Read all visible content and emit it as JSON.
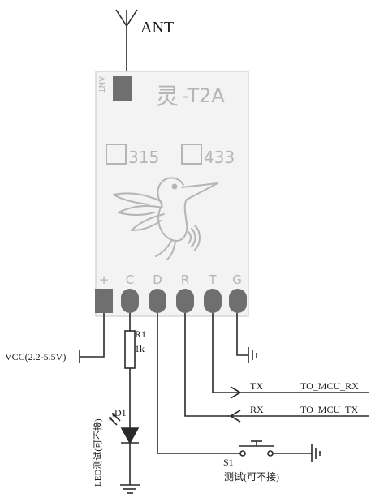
{
  "antenna": {
    "label": "ANT"
  },
  "module": {
    "ant_pad_label": "ANT",
    "name_glyph": "灵",
    "name_rest": "-T2A",
    "freq_options": [
      "315",
      "433"
    ],
    "pins": [
      "+",
      "C",
      "D",
      "R",
      "T",
      "G"
    ]
  },
  "circuit": {
    "vcc_label": "VCC(2.2-5.5V)",
    "resistor_ref": "R1",
    "resistor_value": "1k",
    "diode_ref": "D1",
    "led_note": "LED测试(可不接)",
    "tx_label": "TX",
    "tx_dest": "TO_MCU_RX",
    "rx_label": "RX",
    "rx_dest": "TO_MCU_TX",
    "switch_ref": "S1",
    "switch_note": "测试(可不接)"
  },
  "colors": {
    "line": "#2a2a2a",
    "module_fill": "#f3f3f3",
    "module_border": "#d6d6d6",
    "module_text": "#b5b5b5",
    "pad_fill": "#6f6f6f"
  }
}
